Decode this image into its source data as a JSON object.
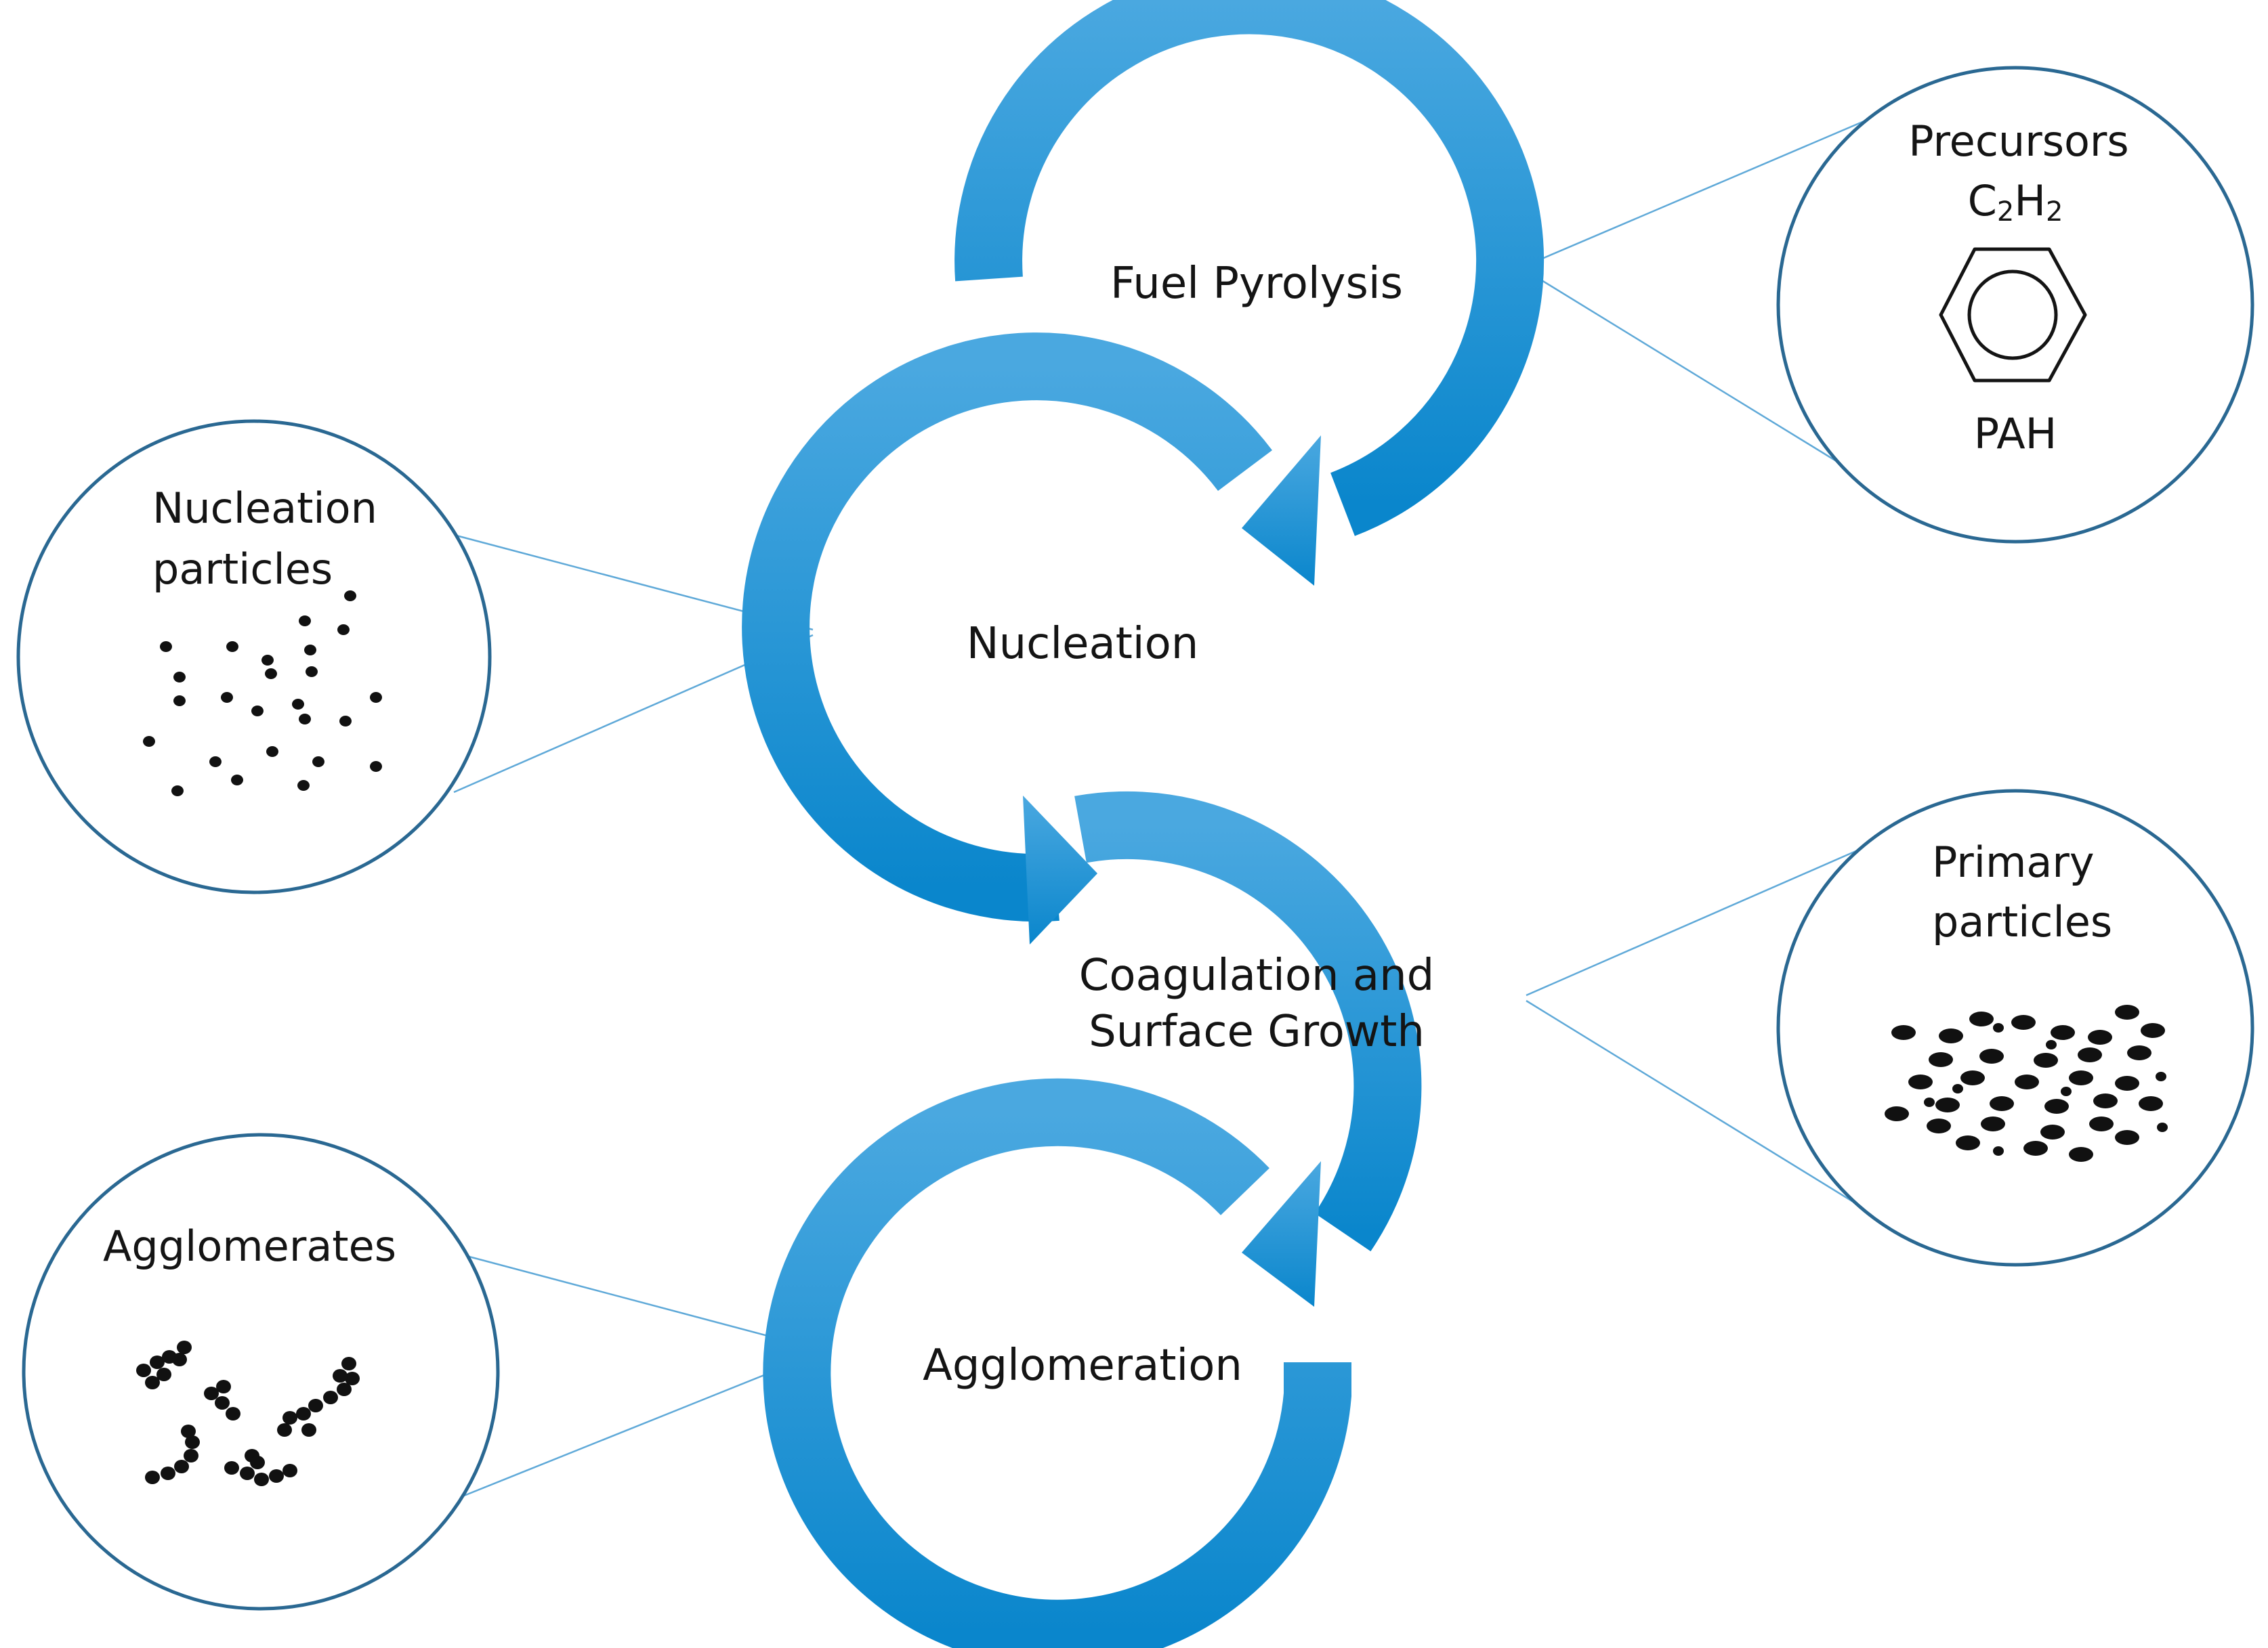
{
  "diagram": {
    "stages": [
      {
        "id": "fuel-pyrolysis",
        "label": "Fuel Pyrolysis"
      },
      {
        "id": "nucleation",
        "label": "Nucleation"
      },
      {
        "id": "coagulation",
        "label_line1": "Coagulation and",
        "label_line2": "Surface Growth"
      },
      {
        "id": "agglomeration",
        "label": "Agglomeration"
      }
    ],
    "callouts": {
      "precursors": {
        "title": "Precursors",
        "formula_c": "C",
        "formula_2a": "2",
        "formula_h": "H",
        "formula_2b": "2",
        "bottom": "PAH"
      },
      "nucleation_particles": {
        "line1": "Nucleation",
        "line2": "particles"
      },
      "primary_particles": {
        "line1": "Primary",
        "line2": "particles"
      },
      "agglomerates": {
        "title": "Agglomerates"
      }
    },
    "colors": {
      "arrow_light": "#4aa8e0",
      "arrow_dark": "#0a86cc",
      "circle_outline": "#2a6892",
      "leader_line": "#5fa9d8",
      "particles": "#111111"
    },
    "icons": [
      "benzene-ring-icon"
    ]
  }
}
